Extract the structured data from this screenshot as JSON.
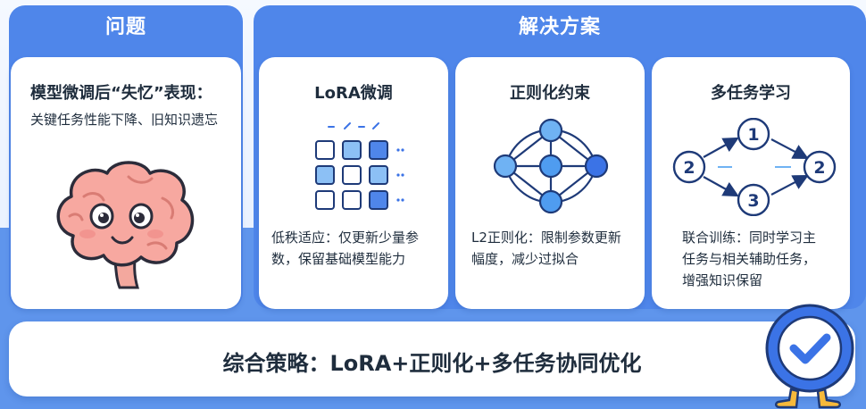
{
  "problem": {
    "header": "问题",
    "title": "模型微调后“失忆”表现：",
    "description": "关键任务性能下降、旧知识遗忘"
  },
  "solution": {
    "header": "解决方案",
    "cards": [
      {
        "title": "LoRA微调",
        "description": "低秩适应：仅更新少量参数，保留基础模型能力"
      },
      {
        "title": "正则化约束",
        "description": "L2正则化：限制参数更新幅度，减少过拟合"
      },
      {
        "title": "多任务学习",
        "description": "联合训练：同时学习主任务与相关辅助任务，增强知识保留"
      }
    ]
  },
  "multitask_nodes": [
    "2",
    "1",
    "3",
    "2"
  ],
  "summary": "综合策略：LoRA+正则化+多任务协同优化",
  "colors": {
    "accent": "#4f86ea",
    "node_fill": "#6fb2f3",
    "node_dark": "#3b73e6",
    "outline": "#1e3a78"
  },
  "icons": [
    "brain-icon",
    "lora-grid-icon",
    "network-graph-icon",
    "multitask-flow-icon",
    "checkmark-mascot-icon"
  ]
}
